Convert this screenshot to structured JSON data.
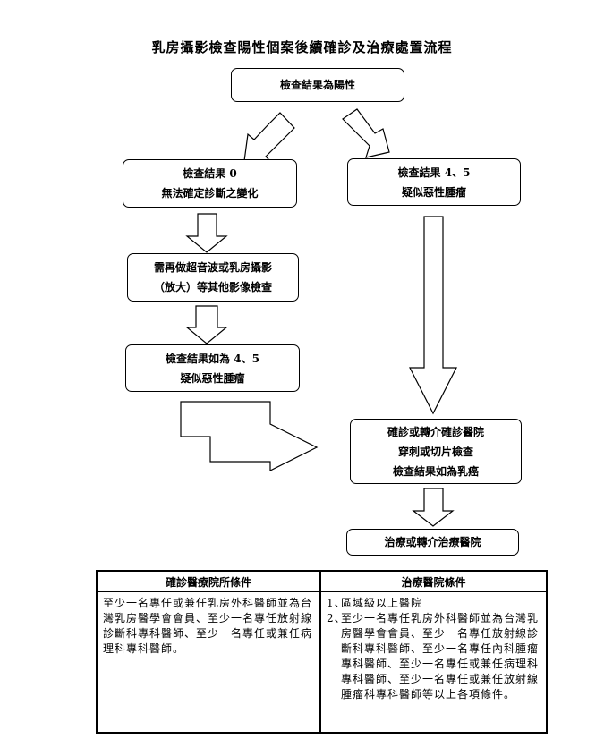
{
  "title": "乳房攝影檢查陽性個案後續確診及治療處置流程",
  "flow": {
    "positive": "檢查結果為陽性",
    "result0": [
      "檢查結果 0",
      "無法確定診斷之變化"
    ],
    "result45": [
      "檢查結果 4、5",
      "疑似惡性腫瘤"
    ],
    "recheck": [
      "需再做超音波或乳房攝影",
      "（放大）等其他影像檢查"
    ],
    "recheck45": [
      "檢查結果如為 4、5",
      "疑似惡性腫瘤"
    ],
    "confirm": [
      "確診或轉介確診醫院",
      "穿刺或切片檢查",
      "檢查結果如為乳癌"
    ],
    "treat": "治療或轉介治療醫院"
  },
  "table": {
    "left_header": "確診醫療院所條件",
    "right_header": "治療醫院條件",
    "left_body": "至少一名專任或兼任乳房外科醫師並為台灣乳房醫學會會員、至少一名專任放射線診斷科專科醫師、至少一名專任或兼任病理科專科醫師。",
    "right_items": [
      {
        "num": "1、",
        "text": "區域級以上醫院"
      },
      {
        "num": "2、",
        "text": "至少一名專任乳房外科醫師並為台灣乳房醫學會會員、至少一名專任放射線診斷科專科醫師、至少一名專任內科腫瘤專科醫師、至少一名專任或兼任病理科專科醫師、至少一名專任或兼任放射線腫瘤科專科醫師等以上各項條件。"
      }
    ]
  }
}
